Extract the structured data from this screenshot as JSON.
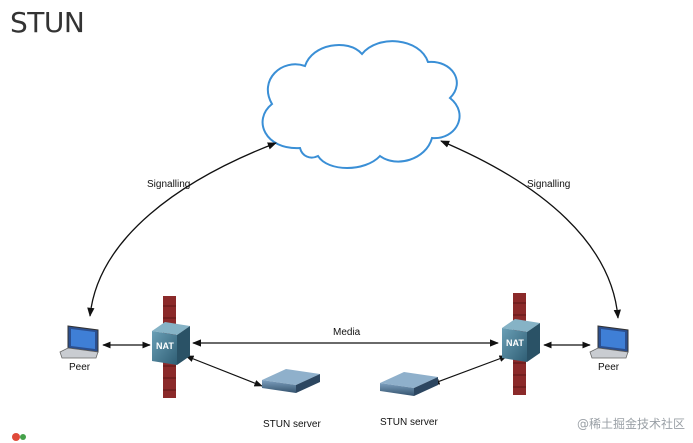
{
  "title": "STUN",
  "labels": {
    "signalling_left": "Signalling",
    "signalling_right": "Signalling",
    "media": "Media",
    "peer_left": "Peer",
    "peer_right": "Peer",
    "nat_left": "NAT",
    "nat_right": "NAT",
    "stun_server_left": "STUN server",
    "stun_server_right": "STUN server"
  },
  "watermark": "@稀土掘金技术社区",
  "colors": {
    "cloud_stroke": "#3a8fd6",
    "firewall": "#8b2a2a",
    "nat_device": "#3d6f86",
    "arrow": "#111111"
  }
}
